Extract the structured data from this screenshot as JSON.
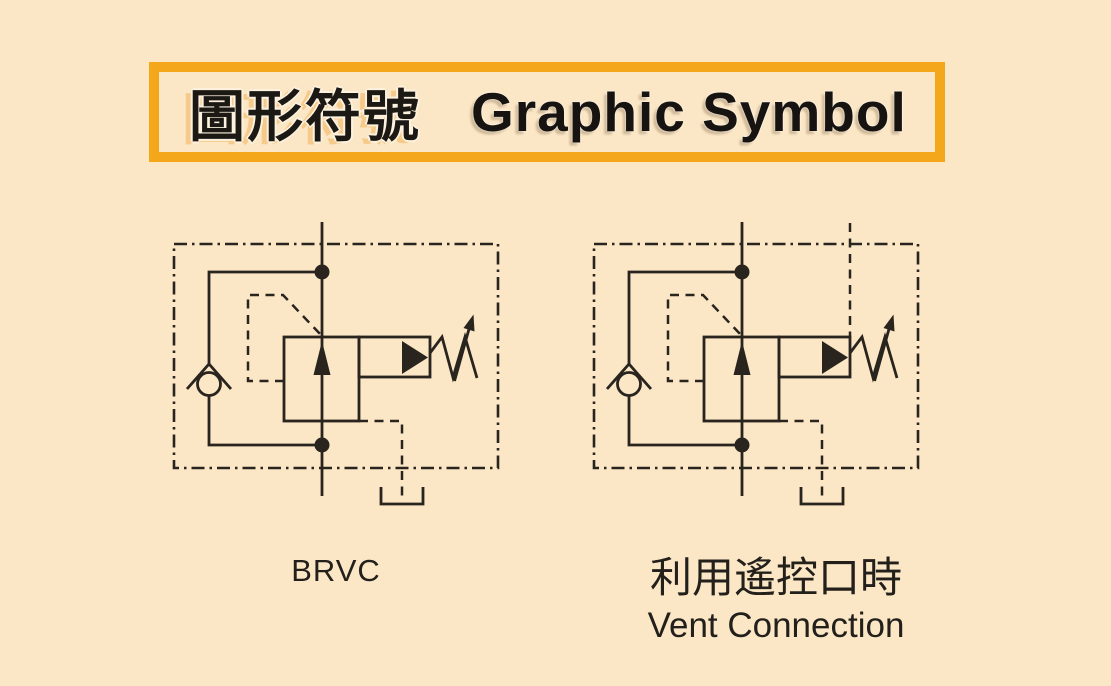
{
  "colors": {
    "background": "#fbe7c6",
    "accent_orange": "#f5a71b",
    "line_ink": "#29241e"
  },
  "header": {
    "title_zh": "圖形符號",
    "title_en": "Graphic Symbol"
  },
  "figures": {
    "left": {
      "caption": "BRVC"
    },
    "right": {
      "caption_zh": "利用遙控口時",
      "caption_en": "Vent Connection"
    }
  },
  "symbol_components": [
    "enclosure-boundary-icon",
    "main-flow-line-icon",
    "junction-dot-icon",
    "check-valve-icon",
    "main-relief-poppet-icon",
    "pilot-relief-valve-icon",
    "adjustable-spring-icon",
    "pilot-pressure-line-icon",
    "drain-line-icon",
    "tank-icon",
    "vent-line-icon"
  ]
}
